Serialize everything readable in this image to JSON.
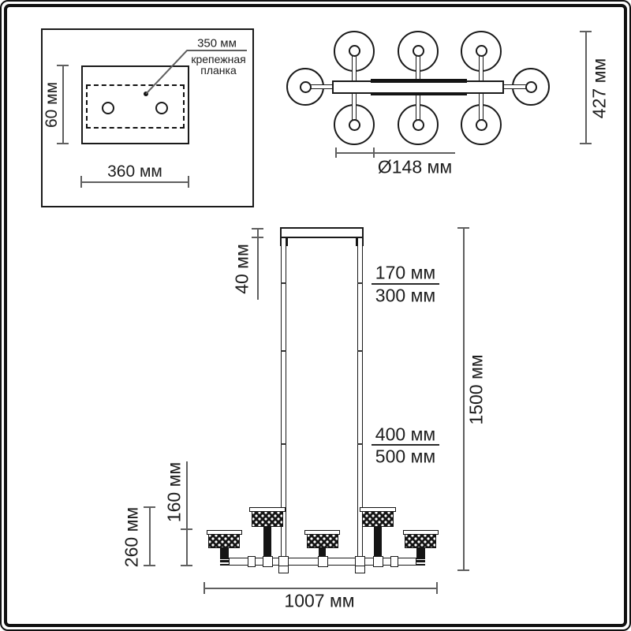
{
  "mounting_inset": {
    "bracket_length": "350 мм",
    "bracket_caption_line1": "крепежная",
    "bracket_caption_line2": "планка",
    "plate_height": "60 мм",
    "plate_width": "360 мм"
  },
  "top_view": {
    "overall_width": "427 мм",
    "shade_diameter": "Ø148 мм"
  },
  "front_view": {
    "canopy_height": "40 мм",
    "rod_upper_option_a": "170 мм",
    "rod_upper_option_b": "300 мм",
    "rod_lower_option_a": "400 мм",
    "rod_lower_option_b": "500 мм",
    "overall_height": "1500 мм",
    "shade_section_height": "160 мм",
    "fixture_height": "260 мм",
    "overall_length": "1007 мм"
  },
  "colors": {
    "stroke": "#1a1a1a",
    "dimension_line": "#5f5f5f",
    "text": "#1d1d1d",
    "background": "#ffffff"
  }
}
